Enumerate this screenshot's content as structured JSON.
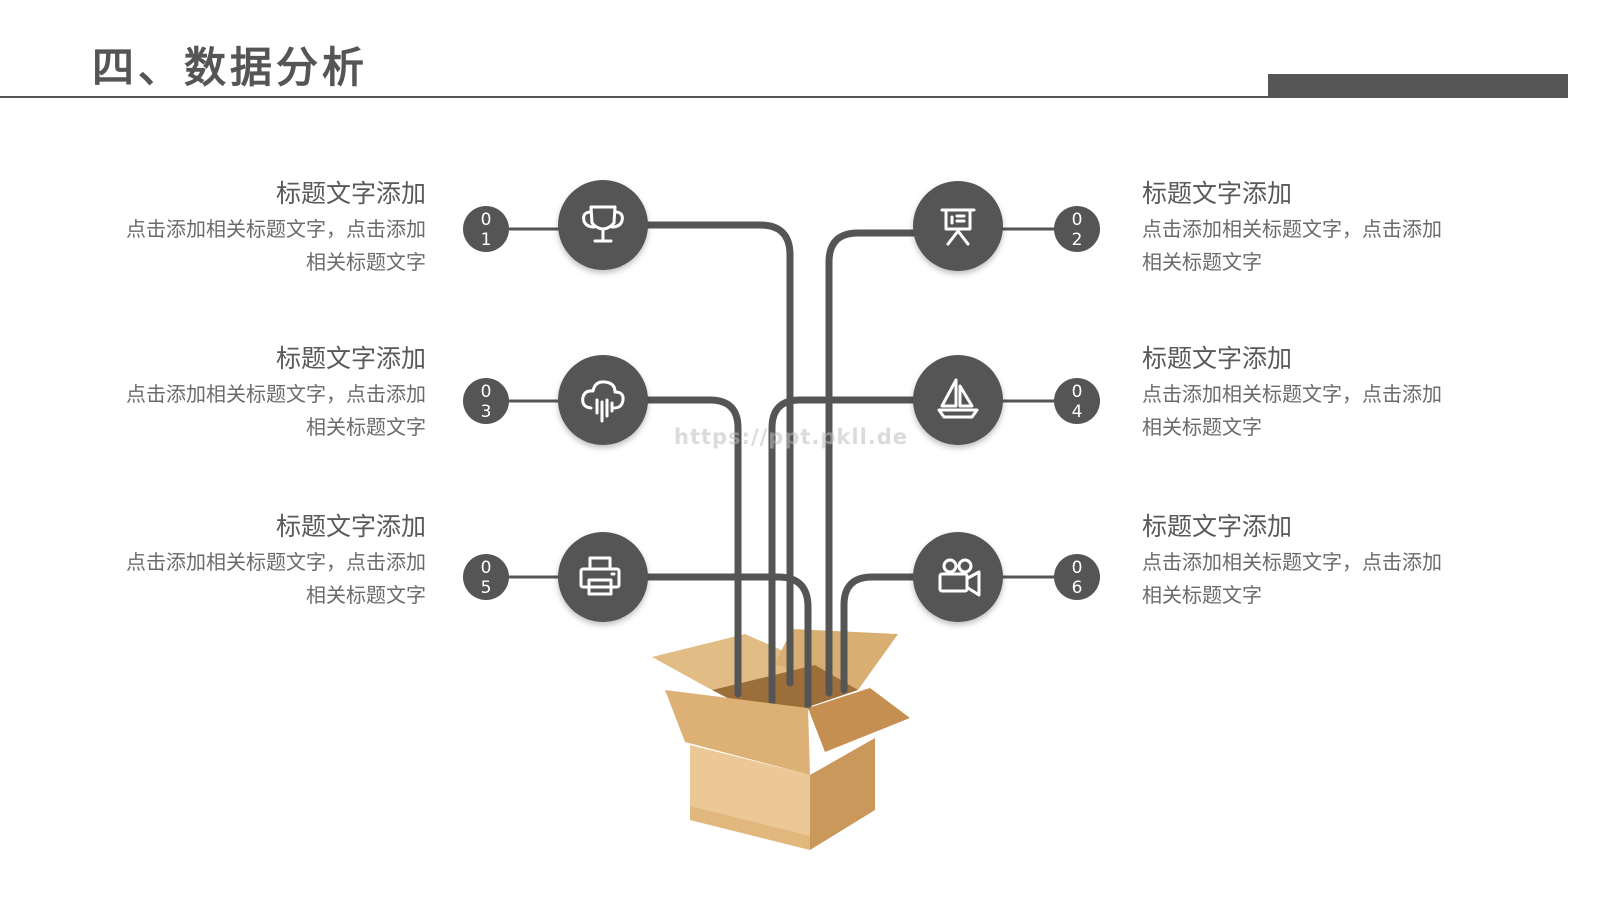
{
  "header": {
    "title": "四、数据分析"
  },
  "colors": {
    "primary": "#555555",
    "box_light": "#e8c48f",
    "box_mid": "#d6a96a",
    "box_dark": "#c08f4f"
  },
  "items": [
    {
      "number_top": "0",
      "number_bottom": "1",
      "title": "标题文字添加",
      "desc_line1": "点击添加相关标题文字，点击添加",
      "desc_line2": "相关标题文字",
      "icon": "trophy-icon"
    },
    {
      "number_top": "0",
      "number_bottom": "2",
      "title": "标题文字添加",
      "desc_line1": "点击添加相关标题文字，点击添加",
      "desc_line2": "相关标题文字",
      "icon": "presentation-board-icon"
    },
    {
      "number_top": "0",
      "number_bottom": "3",
      "title": "标题文字添加",
      "desc_line1": "点击添加相关标题文字，点击添加",
      "desc_line2": "相关标题文字",
      "icon": "rain-cloud-icon"
    },
    {
      "number_top": "0",
      "number_bottom": "4",
      "title": "标题文字添加",
      "desc_line1": "点击添加相关标题文字，点击添加",
      "desc_line2": "相关标题文字",
      "icon": "sailboat-icon"
    },
    {
      "number_top": "0",
      "number_bottom": "5",
      "title": "标题文字添加",
      "desc_line1": "点击添加相关标题文字，点击添加",
      "desc_line2": "相关标题文字",
      "icon": "printer-icon"
    },
    {
      "number_top": "0",
      "number_bottom": "6",
      "title": "标题文字添加",
      "desc_line1": "点击添加相关标题文字，点击添加",
      "desc_line2": "相关标题文字",
      "icon": "video-camera-icon"
    }
  ],
  "watermark": "https://ppt.pkll.de"
}
